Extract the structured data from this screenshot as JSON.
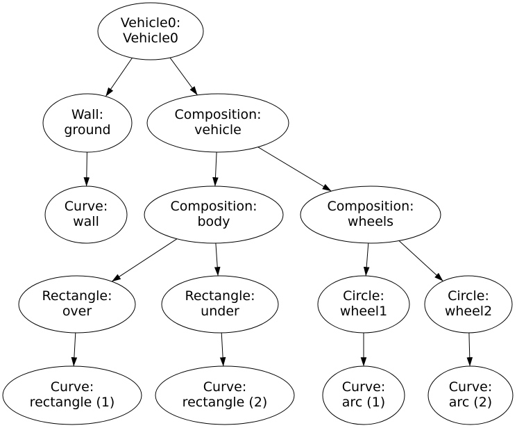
{
  "diagram": {
    "type": "tree",
    "description": "Object hierarchy graph of Vehicle0 scene",
    "colors": {
      "background": "#ffffff",
      "node_fill": "#ffffff",
      "node_stroke": "#000000",
      "edge": "#000000",
      "text": "#000000"
    },
    "nodes": {
      "vehicle0": {
        "line1": "Vehicle0:",
        "line2": "Vehicle0"
      },
      "wall_ground": {
        "line1": "Wall:",
        "line2": "ground"
      },
      "comp_vehicle": {
        "line1": "Composition:",
        "line2": "vehicle"
      },
      "curve_wall": {
        "line1": "Curve:",
        "line2": "wall"
      },
      "comp_body": {
        "line1": "Composition:",
        "line2": "body"
      },
      "comp_wheels": {
        "line1": "Composition:",
        "line2": "wheels"
      },
      "rect_over": {
        "line1": "Rectangle:",
        "line2": "over"
      },
      "rect_under": {
        "line1": "Rectangle:",
        "line2": "under"
      },
      "circle_wheel1": {
        "line1": "Circle:",
        "line2": "wheel1"
      },
      "circle_wheel2": {
        "line1": "Circle:",
        "line2": "wheel2"
      },
      "curve_rect1": {
        "line1": "Curve:",
        "line2": "rectangle (1)"
      },
      "curve_rect2": {
        "line1": "Curve:",
        "line2": "rectangle (2)"
      },
      "curve_arc1": {
        "line1": "Curve:",
        "line2": "arc (1)"
      },
      "curve_arc2": {
        "line1": "Curve:",
        "line2": "arc (2)"
      }
    },
    "edges": [
      {
        "from": "vehicle0",
        "to": "wall_ground"
      },
      {
        "from": "vehicle0",
        "to": "comp_vehicle"
      },
      {
        "from": "wall_ground",
        "to": "curve_wall"
      },
      {
        "from": "comp_vehicle",
        "to": "comp_body"
      },
      {
        "from": "comp_vehicle",
        "to": "comp_wheels"
      },
      {
        "from": "comp_body",
        "to": "rect_over"
      },
      {
        "from": "comp_body",
        "to": "rect_under"
      },
      {
        "from": "comp_wheels",
        "to": "circle_wheel1"
      },
      {
        "from": "comp_wheels",
        "to": "circle_wheel2"
      },
      {
        "from": "rect_over",
        "to": "curve_rect1"
      },
      {
        "from": "rect_under",
        "to": "curve_rect2"
      },
      {
        "from": "circle_wheel1",
        "to": "curve_arc1"
      },
      {
        "from": "circle_wheel2",
        "to": "curve_arc2"
      }
    ]
  }
}
